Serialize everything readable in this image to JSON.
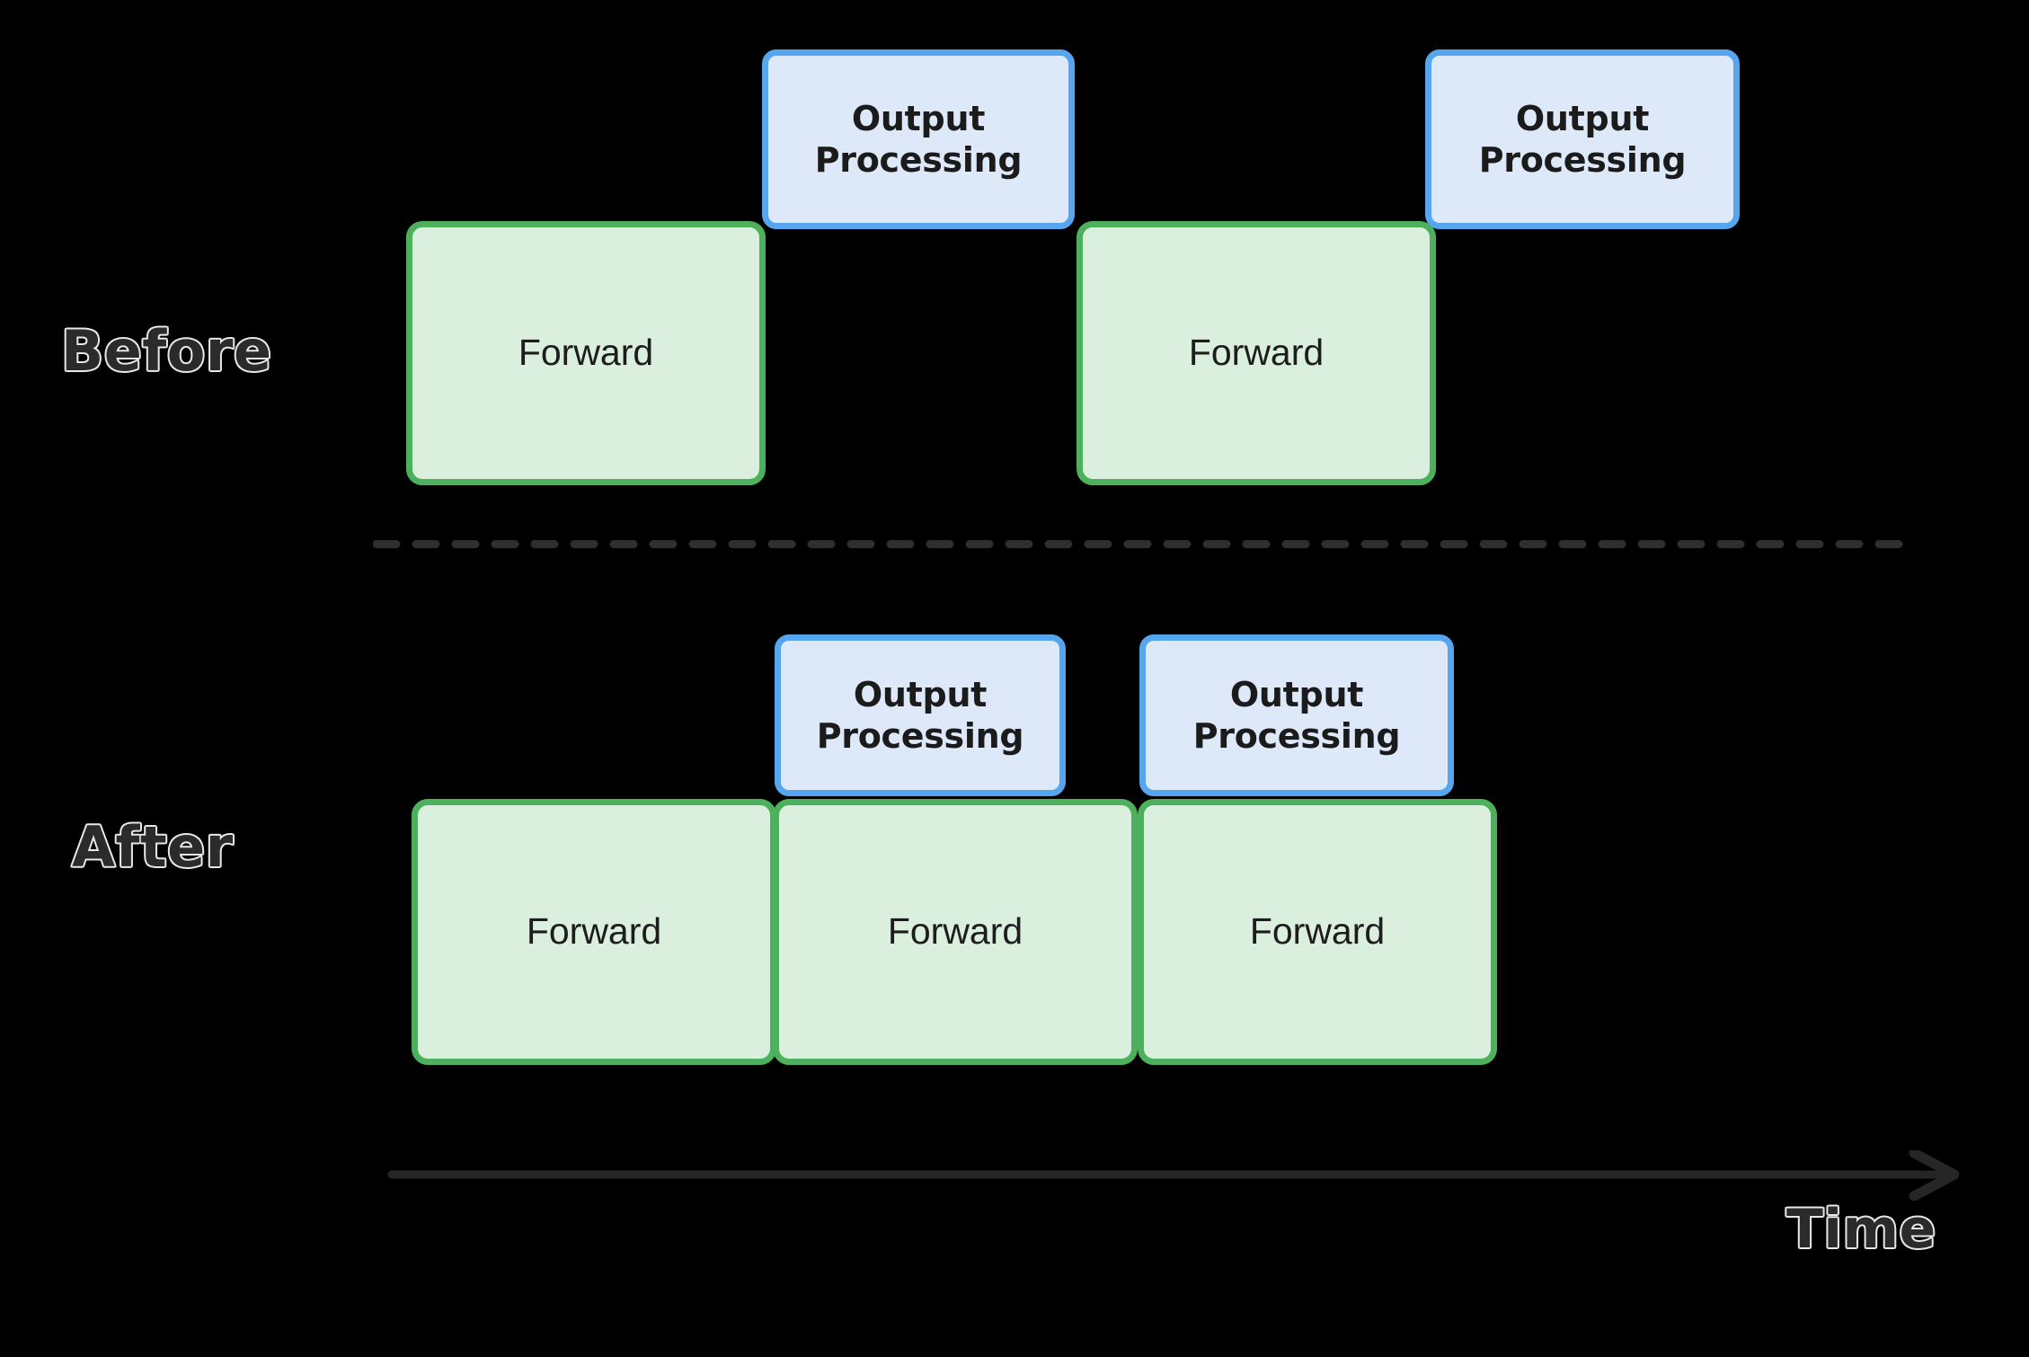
{
  "diagram": {
    "title_text": null,
    "background_color": "#000000",
    "rows": [
      {
        "id": "before",
        "label": "Before",
        "forward_boxes": [
          {
            "label": "Forward"
          },
          {
            "label": "Forward"
          }
        ],
        "output_boxes": [
          {
            "label_line1": "Output",
            "label_line2": "Processing"
          },
          {
            "label_line1": "Output",
            "label_line2": "Processing"
          }
        ]
      },
      {
        "id": "after",
        "label": "After",
        "forward_boxes": [
          {
            "label": "Forward"
          },
          {
            "label": "Forward"
          },
          {
            "label": "Forward"
          }
        ],
        "output_boxes": [
          {
            "label_line1": "Output",
            "label_line2": "Processing"
          },
          {
            "label_line1": "Output",
            "label_line2": "Processing"
          }
        ]
      }
    ],
    "axis": {
      "label": "Time",
      "direction": "left-to-right",
      "arrowhead": "right-chevron-icon"
    },
    "divider": {
      "style": "dashed",
      "color": "#2e2e2e"
    },
    "colors": {
      "forward_fill": "#daefdd",
      "forward_border": "#4db05c",
      "output_fill": "#dde9f8",
      "output_border": "#55a6ef",
      "text": "#1d1d1d",
      "label_outline": "#f2f2f2",
      "axis": "#262626"
    }
  }
}
